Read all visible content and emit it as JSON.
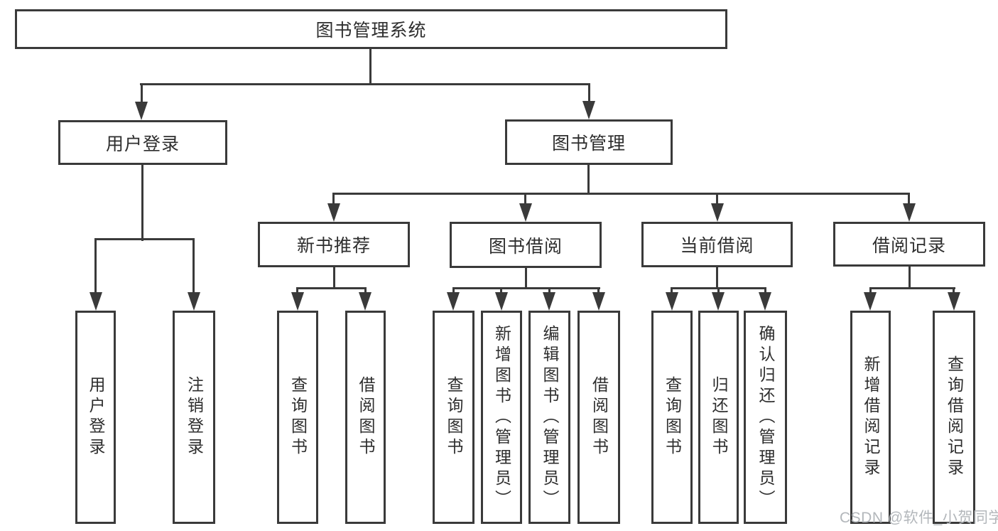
{
  "diagram": {
    "root": {
      "label": "图书管理系统"
    },
    "level2": [
      {
        "label": "用户登录",
        "children": [
          {
            "label": "用户登录"
          },
          {
            "label": "注销登录"
          }
        ]
      },
      {
        "label": "图书管理",
        "children": [
          {
            "label": "新书推荐",
            "children": [
              {
                "label": "查询图书"
              },
              {
                "label": "借阅图书"
              }
            ]
          },
          {
            "label": "图书借阅",
            "children": [
              {
                "label": "查询图书"
              },
              {
                "label": "新增图书（管理员）"
              },
              {
                "label": "编辑图书（管理员）"
              },
              {
                "label": "借阅图书"
              }
            ]
          },
          {
            "label": "当前借阅",
            "children": [
              {
                "label": "查询图书"
              },
              {
                "label": "归还图书"
              },
              {
                "label": "确认归还（管理员）"
              }
            ]
          },
          {
            "label": "借阅记录",
            "children": [
              {
                "label": "新增借阅记录"
              },
              {
                "label": "查询借阅记录"
              }
            ]
          }
        ]
      }
    ]
  },
  "watermark": {
    "text": "CSDN @软件_小贺同学"
  },
  "colors": {
    "line": "#3a3a3a",
    "text": "#2e2e2e",
    "background": "#ffffff",
    "watermark": "#b3b7bb"
  }
}
